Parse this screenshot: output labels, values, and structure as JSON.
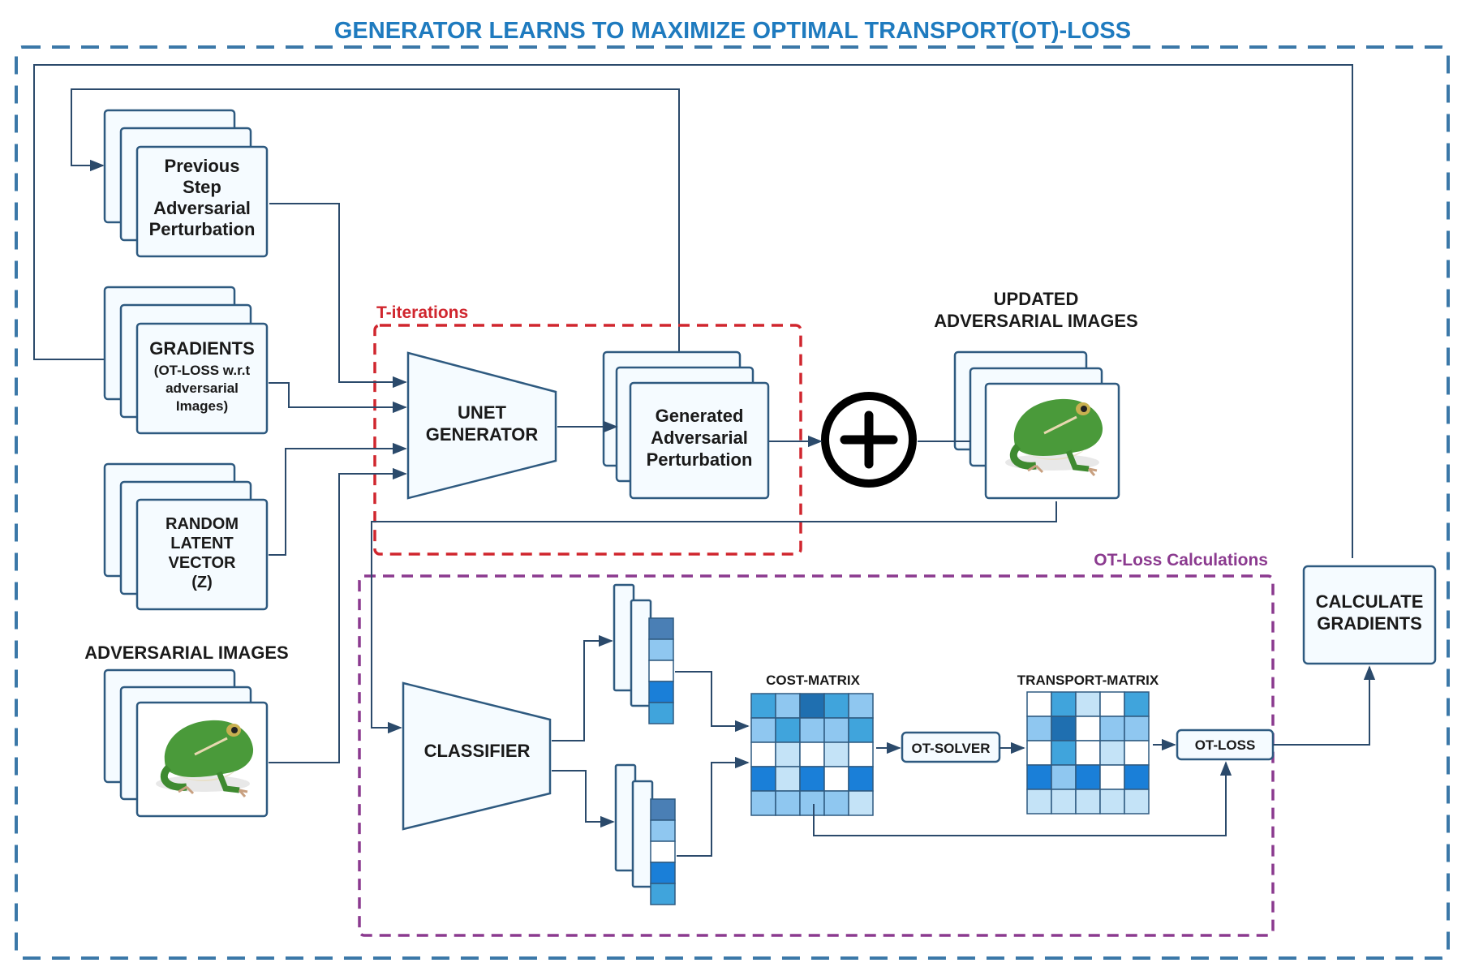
{
  "title": "GENERATOR LEARNS TO MAXIMIZE OPTIMAL TRANSPORT(OT)-LOSS",
  "colors": {
    "outer_frame": "#3b78a8",
    "title": "#1f7bbf",
    "t_iter_frame": "#d0262e",
    "ot_frame": "#8b3a8f",
    "box_stroke": "#2e5a80",
    "box_fill": "#f5fbff",
    "arrow": "#2b4a6b"
  },
  "inputs": {
    "prev_step": [
      "Previous",
      "Step",
      "Adversarial",
      "Perturbation"
    ],
    "gradients": {
      "title": "GRADIENTS",
      "sub": [
        "(OT-LOSS w.r.t",
        "adversarial",
        "Images)"
      ]
    },
    "latent": [
      "RANDOM",
      "LATENT",
      "VECTOR",
      "(Z)"
    ],
    "adv_images_label": "ADVERSARIAL IMAGES"
  },
  "t_iterations": {
    "label": "T-iterations",
    "generator": [
      "UNET",
      "GENERATOR"
    ],
    "generated": [
      "Generated",
      "Adversarial",
      "Perturbation"
    ]
  },
  "plus_icon": "circled-plus-icon",
  "updated_images_label": [
    "UPDATED",
    "ADVERSARIAL IMAGES"
  ],
  "ot_loss": {
    "label": "OT-Loss Calculations",
    "classifier": "CLASSIFIER",
    "cost_matrix_label": "COST-MATRIX",
    "transport_matrix_label": "TRANSPORT-MATRIX",
    "solver": "OT-SOLVER",
    "loss": "OT-LOSS"
  },
  "calc_gradients": [
    "CALCULATE",
    "GRADIENTS"
  ]
}
